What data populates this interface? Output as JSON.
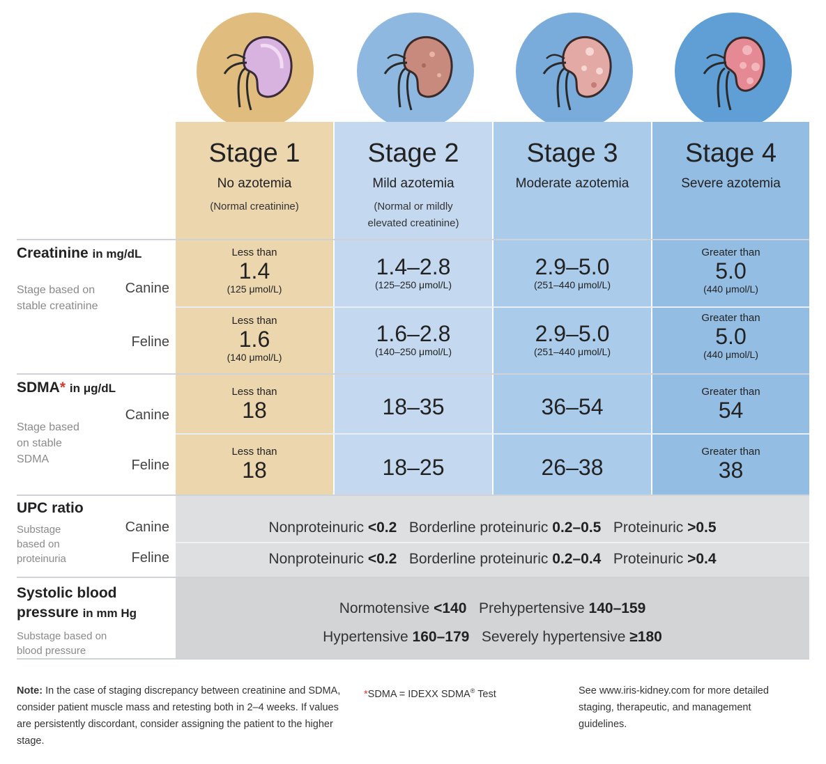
{
  "colors": {
    "stage1": "#ebd6ae",
    "stage2": "#c4d9ef",
    "stage3": "#abcbea",
    "stage4": "#94bde4",
    "stage1_circle": "#e0bc7e",
    "stage2_circle": "#8eb8df",
    "stage3_circle": "#79abdb",
    "stage4_circle": "#5f9fd6",
    "gray_row": "#dedfe1",
    "gray_row_dark": "#d3d4d6",
    "accent_red": "#d83a2e"
  },
  "stages": [
    {
      "title": "Stage 1",
      "subtitle": "No azotemia",
      "note": "(Normal creatinine)",
      "kidney_icon": "normal-kidney-icon"
    },
    {
      "title": "Stage 2",
      "subtitle": "Mild azotemia",
      "note": "(Normal or mildly elevated creatinine)",
      "kidney_icon": "mild-kidney-icon"
    },
    {
      "title": "Stage 3",
      "subtitle": "Moderate azotemia",
      "note": "",
      "kidney_icon": "moderate-kidney-icon"
    },
    {
      "title": "Stage 4",
      "subtitle": "Severe azotemia",
      "note": "",
      "kidney_icon": "severe-kidney-icon"
    }
  ],
  "creatinine": {
    "label": "Creatinine",
    "unit": "in mg/dL",
    "description": "Stage based on stable creatinine",
    "canine_label": "Canine",
    "feline_label": "Feline",
    "canine": [
      {
        "prefix": "Less than",
        "value": "1.4",
        "unit": "(125 μmol/L)"
      },
      {
        "prefix": "",
        "value": "1.4–2.8",
        "unit": "(125–250 μmol/L)"
      },
      {
        "prefix": "",
        "value": "2.9–5.0",
        "unit": "(251–440 μmol/L)"
      },
      {
        "prefix": "Greater than",
        "value": "5.0",
        "unit": "(440 μmol/L)"
      }
    ],
    "feline": [
      {
        "prefix": "Less than",
        "value": "1.6",
        "unit": "(140 μmol/L)"
      },
      {
        "prefix": "",
        "value": "1.6–2.8",
        "unit": "(140–250 μmol/L)"
      },
      {
        "prefix": "",
        "value": "2.9–5.0",
        "unit": "(251–440 μmol/L)"
      },
      {
        "prefix": "Greater than",
        "value": "5.0",
        "unit": "(440 μmol/L)"
      }
    ]
  },
  "sdma": {
    "label": "SDMA",
    "asterisk": "*",
    "unit": "in μg/dL",
    "description": "Stage based on stable SDMA",
    "canine_label": "Canine",
    "feline_label": "Feline",
    "canine": [
      {
        "prefix": "Less than",
        "value": "18"
      },
      {
        "prefix": "",
        "value": "18–35"
      },
      {
        "prefix": "",
        "value": "36–54"
      },
      {
        "prefix": "Greater than",
        "value": "54"
      }
    ],
    "feline": [
      {
        "prefix": "Less than",
        "value": "18"
      },
      {
        "prefix": "",
        "value": "18–25"
      },
      {
        "prefix": "",
        "value": "26–38"
      },
      {
        "prefix": "Greater than",
        "value": "38"
      }
    ]
  },
  "upc": {
    "label": "UPC ratio",
    "description": "Substage based on proteinuria",
    "canine_label": "Canine",
    "feline_label": "Feline",
    "canine": {
      "t1": "Nonproteinuric",
      "v1": "<0.2",
      "t2": "Borderline proteinuric",
      "v2": "0.2–0.5",
      "t3": "Proteinuric",
      "v3": ">0.5"
    },
    "feline": {
      "t1": "Nonproteinuric",
      "v1": "<0.2",
      "t2": "Borderline proteinuric",
      "v2": "0.2–0.4",
      "t3": "Proteinuric",
      "v3": ">0.4"
    }
  },
  "bp": {
    "label_line1": "Systolic blood",
    "label_line2": "pressure",
    "unit": "in mm Hg",
    "description": "Substage based on blood pressure",
    "t1": "Normotensive",
    "v1": "<140",
    "t2": "Prehypertensive",
    "v2": "140–159",
    "t3": "Hypertensive",
    "v3": "160–179",
    "t4": "Severely hypertensive",
    "v4": "≥180"
  },
  "footer": {
    "note_label": "Note:",
    "note_text": "In the case of staging discrepancy between creatinine and SDMA, consider patient muscle mass and retesting both in 2–4 weeks. If values are persistently discordant, consider assigning the patient to the higher stage.",
    "sdma_asterisk": "*",
    "sdma_text": "SDMA = IDEXX SDMA",
    "sdma_reg": "®",
    "sdma_test": " Test",
    "see_text": "See www.iris-kidney.com for more detailed staging, therapeutic, and management guidelines."
  }
}
